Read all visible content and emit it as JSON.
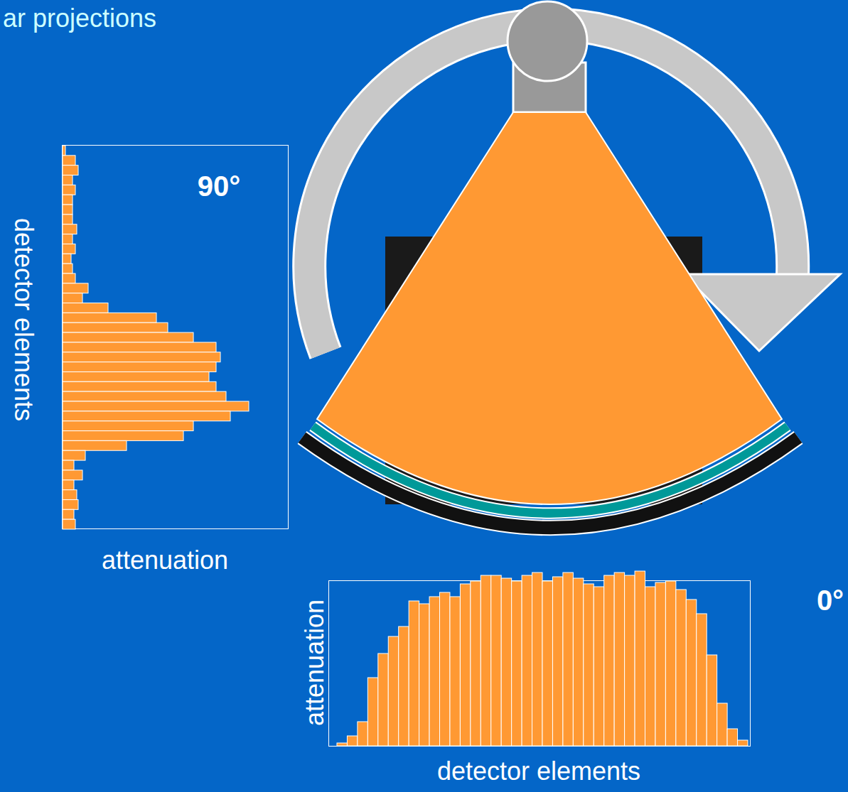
{
  "diagram": {
    "title": "ar projections",
    "labels": [
      "90°",
      "detector elements",
      "attenuation",
      "attenuation",
      "detector elements",
      "0°"
    ]
  }
}
